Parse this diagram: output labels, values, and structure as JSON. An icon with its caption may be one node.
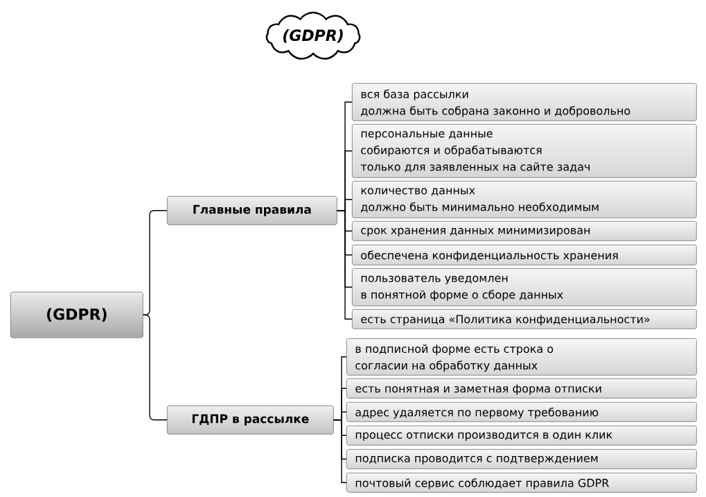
{
  "diagram": {
    "title": "(GDPR)",
    "nodes": [
      {
        "text": [
          "(GDPR)"
        ]
      },
      {
        "text": [
          "Главные правила"
        ]
      },
      {
        "text": [
          "ГДПР в рассылке"
        ]
      },
      {
        "text": [
          "вся база рассылки должна быть собрана законно и добровольно"
        ]
      },
      {
        "text": [
          "персональные данные собираются и обрабатываются только для заявленных на сайте задач"
        ]
      },
      {
        "text": [
          "количество данных должно быть минимально необходимым"
        ]
      },
      {
        "text": [
          "срок хранения данных минимизирован"
        ]
      },
      {
        "text": [
          "обеспечена конфиденциальность хранения"
        ]
      },
      {
        "text": [
          "пользователь уведомлен в понятной форме о сборе данных"
        ]
      },
      {
        "text": [
          "есть страница «Политика конфиденциальности»"
        ]
      },
      {
        "text": [
          "в подписной форме есть строка о согласии на обработку данных"
        ]
      },
      {
        "text": [
          "есть понятная и заметная форма отписки"
        ]
      },
      {
        "text": [
          "адрес удаляется по первому требованию"
        ]
      },
      {
        "text": [
          "процесс отписки производится в один клик"
        ]
      },
      {
        "text": [
          "подписка проводится с подтверждением"
        ]
      },
      {
        "text": [
          "почтовый сервис соблюдает правила GDPR"
        ]
      }
    ],
    "edges": [
      {
        "from": 0,
        "to": 1,
        "arrow": "none"
      },
      {
        "from": 0,
        "to": 2,
        "arrow": "none"
      },
      {
        "from": 1,
        "to": 3,
        "arrow": "none"
      },
      {
        "from": 1,
        "to": 4,
        "arrow": "none"
      },
      {
        "from": 1,
        "to": 5,
        "arrow": "none"
      },
      {
        "from": 1,
        "to": 6,
        "arrow": "none"
      },
      {
        "from": 1,
        "to": 7,
        "arrow": "none"
      },
      {
        "from": 1,
        "to": 8,
        "arrow": "none"
      },
      {
        "from": 1,
        "to": 9,
        "arrow": "none"
      },
      {
        "from": 2,
        "to": 10,
        "arrow": "none"
      },
      {
        "from": 2,
        "to": 11,
        "arrow": "none"
      },
      {
        "from": 2,
        "to": 12,
        "arrow": "none"
      },
      {
        "from": 2,
        "to": 13,
        "arrow": "none"
      },
      {
        "from": 2,
        "to": 14,
        "arrow": "none"
      },
      {
        "from": 2,
        "to": 15,
        "arrow": "none"
      }
    ]
  }
}
